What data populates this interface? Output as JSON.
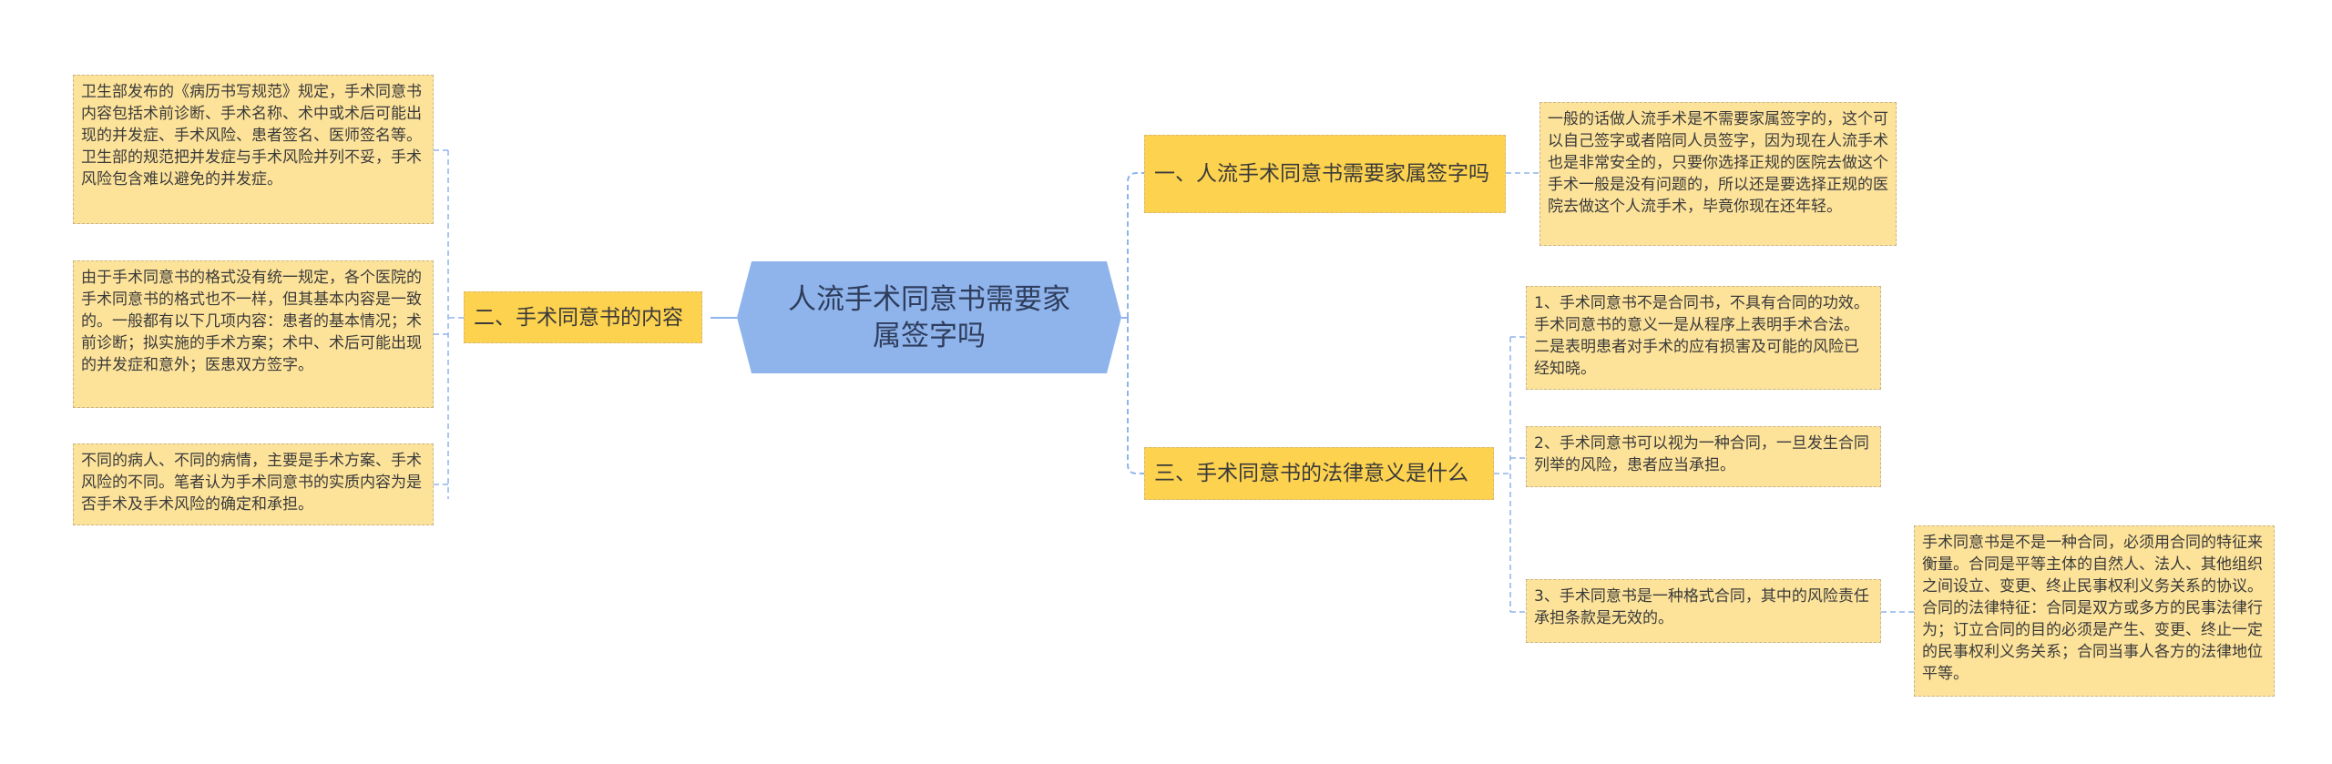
{
  "colors": {
    "center_fill": "#8fb4ec",
    "branch_fill": "#fdd24f",
    "leaf_fill": "#fde39a",
    "connector": "#8fb4ec"
  },
  "center": {
    "text": "人流手术同意书需要家属签字吗"
  },
  "branches": {
    "b1": {
      "label": "一、人流手术同意书需要家属签字吗",
      "leaves": [
        "一般的话做人流手术是不需要家属签字的，这个可以自己签字或者陪同人员签字，因为现在人流手术也是非常安全的，只要你选择正规的医院去做这个手术一般是没有问题的，所以还是要选择正规的医院去做这个人流手术，毕竟你现在还年轻。"
      ]
    },
    "b2": {
      "label": "二、手术同意书的内容",
      "leaves": [
        "卫生部发布的《病历书写规范》规定，手术同意书内容包括术前诊断、手术名称、术中或术后可能出现的并发症、手术风险、患者签名、医师签名等。卫生部的规范把并发症与手术风险并列不妥，手术风险包含难以避免的并发症。",
        "由于手术同意书的格式没有统一规定，各个医院的手术同意书的格式也不一样，但其基本内容是一致的。一般都有以下几项内容：患者的基本情况；术前诊断；拟实施的手术方案；术中、术后可能出现的并发症和意外；医患双方签字。",
        "不同的病人、不同的病情，主要是手术方案、手术风险的不同。笔者认为手术同意书的实质内容为是否手术及手术风险的确定和承担。"
      ]
    },
    "b3": {
      "label": "三、手术同意书的法律意义是什么",
      "leaves": [
        "1、手术同意书不是合同书，不具有合同的功效。手术同意书的意义一是从程序上表明手术合法。二是表明患者对手术的应有损害及可能的风险已经知晓。",
        "2、手术同意书可以视为一种合同，一旦发生合同列举的风险，患者应当承担。",
        "3、手术同意书是一种格式合同，其中的风险责任承担条款是无效的。"
      ],
      "sub_leaf": "手术同意书是不是一种合同，必须用合同的特征来衡量。合同是平等主体的自然人、法人、其他组织之间设立、变更、终止民事权利义务关系的协议。合同的法律特征：合同是双方或多方的民事法律行为；订立合同的目的必须是产生、变更、终止一定的民事权利义务关系；合同当事人各方的法律地位平等。"
    }
  }
}
